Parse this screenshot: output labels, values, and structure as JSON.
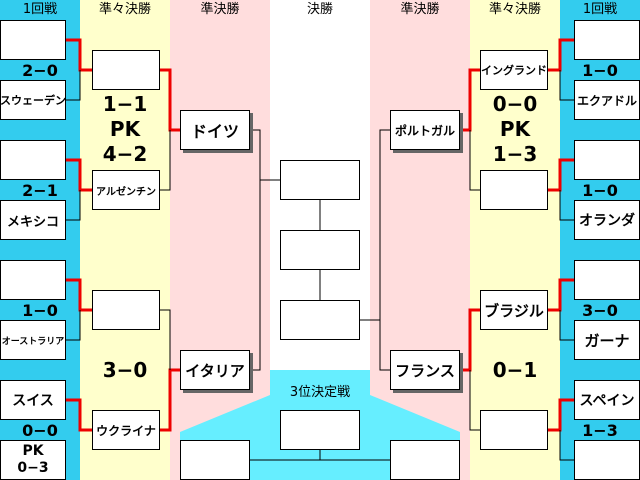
{
  "headers": {
    "r1_left": "1回戦",
    "qf_left": "準々決勝",
    "sf_left": "準決勝",
    "final": "決勝",
    "sf_right": "準決勝",
    "qf_right": "準々決勝",
    "r1_right": "1回戦",
    "third_place": "3位決定戦"
  },
  "r1_left": {
    "m1": {
      "team_bottom": "スウェーデン",
      "score": "2−0"
    },
    "m2": {
      "team_bottom": "メキシコ",
      "score": "2−1"
    },
    "m3": {
      "team_bottom": "オーストラリア",
      "score": "1−0"
    },
    "m4": {
      "team_top": "スイス",
      "score": "0−0",
      "pk_label": "PK",
      "pk_score": "0−3"
    }
  },
  "qf_left": {
    "m1": {
      "team_bottom": "アルゼンチン",
      "score": "1−1",
      "pk_label": "PK",
      "pk_score": "4−2"
    },
    "m2": {
      "team_bottom": "ウクライナ",
      "score": "3−0"
    }
  },
  "sf_left": {
    "t1": "ドイツ",
    "t2": "イタリア"
  },
  "sf_right": {
    "t1": "ポルトガル",
    "t2": "フランス"
  },
  "qf_right": {
    "m1": {
      "team_top": "イングランド",
      "score": "0−0",
      "pk_label": "PK",
      "pk_score": "1−3"
    },
    "m2": {
      "team_top": "ブラジル",
      "score": "0−1"
    }
  },
  "r1_right": {
    "m1": {
      "team_bottom": "エクアドル",
      "score": "1−0"
    },
    "m2": {
      "team_bottom": "オランダ",
      "score": "1−0"
    },
    "m3": {
      "team_bottom": "ガーナ",
      "score": "3−0"
    },
    "m4": {
      "team_top": "スペイン",
      "score": "1−3"
    }
  },
  "colors": {
    "round1_bg": "#33ccee",
    "quarter_bg": "#ffffcc",
    "semi_bg": "#ffdddd",
    "third_place_bg": "#66eeff",
    "winner_line": "#ee0000",
    "line": "#000000"
  }
}
